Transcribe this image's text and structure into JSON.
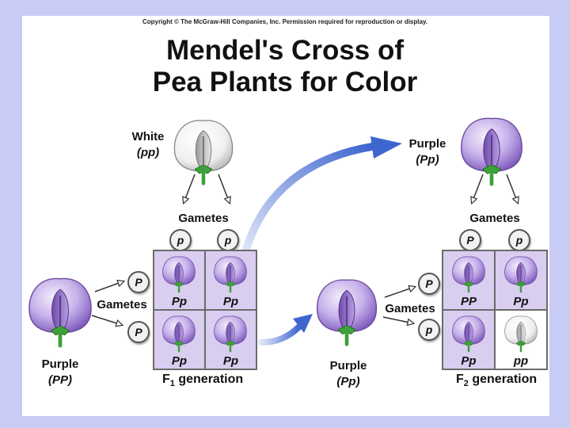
{
  "copyright": "Copyright © The McGraw-Hill Companies, Inc. Permission required for reproduction or display.",
  "title_line1": "Mendel's Cross of",
  "title_line2": "Pea Plants for Color",
  "parent_white": {
    "phenotype": "White",
    "genotype": "(pp)"
  },
  "parent_purple": {
    "phenotype": "Purple",
    "genotype": "(PP)"
  },
  "f1_plant": {
    "phenotype": "Purple",
    "genotype": "(Pp)"
  },
  "f1_selfcross_result": {
    "phenotype": "Purple",
    "genotype": "(Pp)"
  },
  "gametes_label": "Gametes",
  "f1_square": {
    "top_gametes": [
      "p",
      "p"
    ],
    "left_gametes": [
      "P",
      "P"
    ],
    "cells": [
      "Pp",
      "Pp",
      "Pp",
      "Pp"
    ],
    "label_letter": "F",
    "label_sub": "1",
    "label_rest": "generation"
  },
  "f2_square": {
    "top_gametes": [
      "P",
      "p"
    ],
    "left_gametes": [
      "P",
      "p"
    ],
    "cells": [
      "PP",
      "Pp",
      "Pp",
      "pp"
    ],
    "label_letter": "F",
    "label_sub": "2",
    "label_rest": "generation"
  },
  "colors": {
    "background": "#c8cbf3",
    "purple_cell": "#d9cdf0",
    "petal_light": "#efe6fb",
    "petal_dark": "#7f5cbd",
    "arrow_blue": "#4a6fd0",
    "stem_green": "#3ea03a"
  }
}
